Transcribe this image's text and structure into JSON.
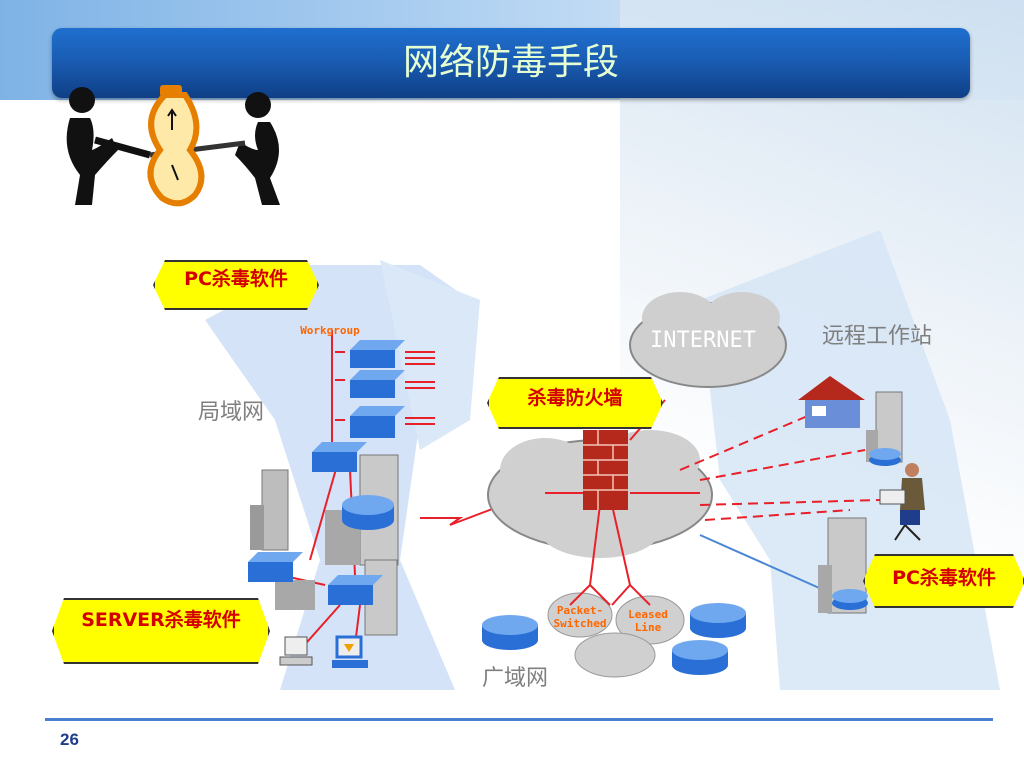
{
  "slide": {
    "title": "网络防毒手段",
    "page_number": "26"
  },
  "callouts": {
    "pc_antivirus_left": "PC杀毒软件",
    "firewall_antivirus": "杀毒防火墙",
    "server_antivirus": "SERVER杀毒软件",
    "pc_antivirus_right": "PC杀毒软件"
  },
  "labels": {
    "lan": "局域网",
    "remote_workstation": "远程工作站",
    "wan": "广域网",
    "internet": "INTERNET",
    "workgroup": "Workgroup",
    "packet_switched": "Packet-Switched",
    "leased_line": "Leased Line"
  },
  "colors": {
    "title_bar": "#1a5db4",
    "title_text": "#e6ffd2",
    "callout_fill": "#ffff00",
    "callout_text": "#d40000",
    "link_red": "#e8202a",
    "device_blue": "#2a6fd6"
  },
  "icons": [
    "tug-of-war-clip-art",
    "switch-icon",
    "router-icon",
    "firewall-icon",
    "building-icon",
    "house-icon",
    "pc-icon",
    "person-at-desk-icon",
    "cloud-icon"
  ]
}
